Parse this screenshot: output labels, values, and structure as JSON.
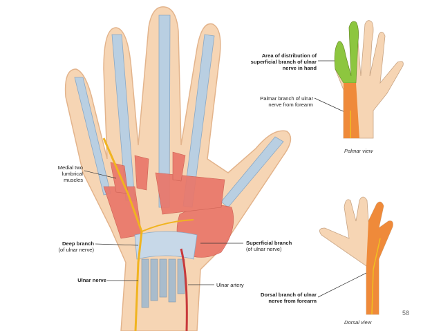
{
  "labels": {
    "medial_lumbricals": [
      "Medial two",
      "lumbrical",
      "muscles"
    ],
    "deep_branch_title": "Deep branch",
    "deep_branch_sub": "(of ulnar nerve)",
    "ulnar_nerve": "Ulnar nerve",
    "ulnar_artery": "Ulnar artery",
    "superficial_branch_title": "Superficial branch",
    "superficial_branch_sub": "(of ulnar nerve)",
    "area_distribution": [
      "Area of distribution of",
      "superficial branch of ulnar",
      "nerve in hand"
    ],
    "palmar_branch": [
      "Palmar branch of ulnar",
      "nerve from forearm"
    ],
    "palmar_view": "Palmar view",
    "dorsal_branch": [
      "Dorsal branch of ulnar",
      "nerve from forearm"
    ],
    "dorsal_view": "Dorsal view"
  },
  "page_number": "58",
  "colors": {
    "skin": "#f6d5b4",
    "skin_outline": "#e3b48c",
    "muscle": "#e9776a",
    "tendon": "#b9cfe2",
    "nerve": "#f0b420",
    "artery": "#c8393b",
    "ulnar_area_green": "#8dc63f",
    "ulnar_area_orange": "#ef8a3a"
  }
}
